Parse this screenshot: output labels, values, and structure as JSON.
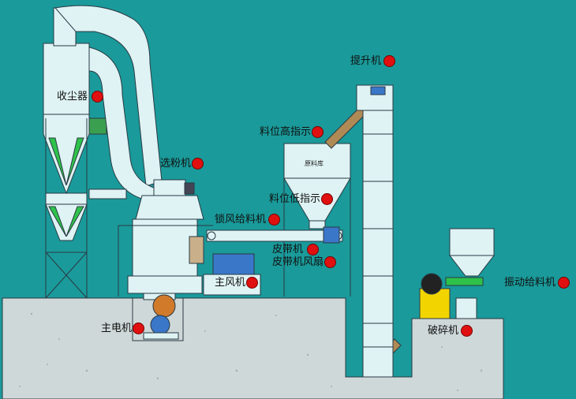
{
  "colors": {
    "background": "#1a9a9a",
    "equipment": "#dff3f4",
    "outline": "#2a3a44",
    "ground": "#cfd8d8",
    "hopper_green": "#2ec24a",
    "crusher_yellow": "#f2d400",
    "marker_red": "#e01010",
    "chute": "#b08a55"
  },
  "labels": {
    "dust_collector": "收尘器",
    "classifier": "选粉机",
    "bucket_elevator": "提升机",
    "high_level_indicator": "料位高指示",
    "low_level_indicator": "料位低指示",
    "airlock_feeder": "锁风给料机",
    "belt_conveyor": "皮带机",
    "belt_fan": "皮带机风扇",
    "main_fan": "主风机",
    "main_motor": "主电机",
    "vibrating_feeder": "振动给料机",
    "crusher": "破碎机",
    "silo_text": "原料库"
  }
}
